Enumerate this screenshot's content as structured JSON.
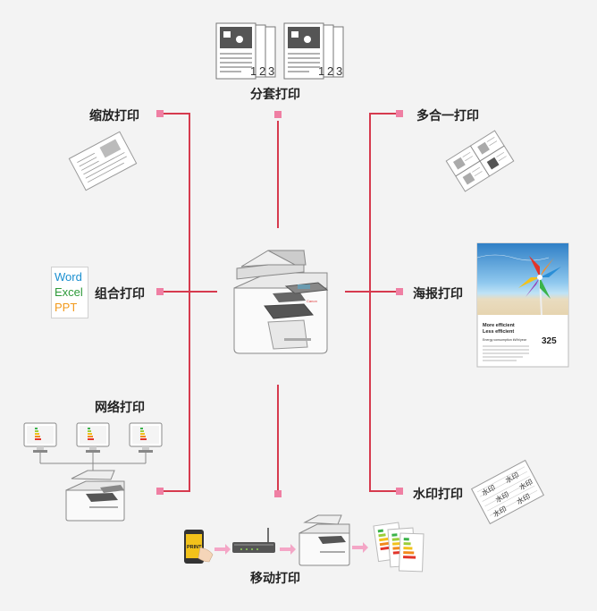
{
  "features": {
    "collate": "分套打印",
    "reduce": "缩放打印",
    "nup": "多合一打印",
    "combine": "组合打印",
    "poster": "海报打印",
    "network": "网络打印",
    "watermark": "水印打印",
    "mobile": "移动打印"
  },
  "apps": {
    "word": "Word",
    "excel": "Excel",
    "ppt": "PPT",
    "word_color": "#1a8fd0",
    "excel_color": "#2e9a3a",
    "ppt_color": "#f29a1c"
  },
  "collate_pages": [
    "1",
    "2",
    "3"
  ],
  "mobile_screen_text": "PRINT",
  "poster": {
    "headline1": "More efficient",
    "headline2": "Less efficient",
    "subtitle": "Energy consumption kWh/year",
    "value": "325"
  },
  "watermark_text": "水印",
  "colors": {
    "connector": "#d63a4e",
    "node": "#ef7fa3",
    "arrow": "#f4a6c6",
    "label": "#222222"
  }
}
